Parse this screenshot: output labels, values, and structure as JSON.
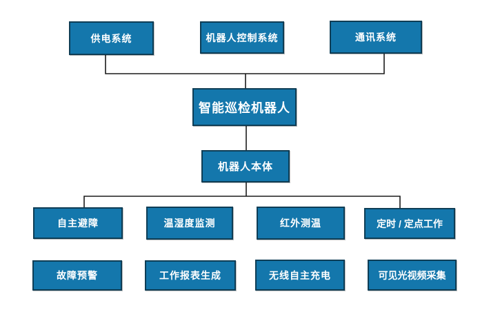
{
  "diagram": {
    "colors": {
      "box_fill": "#1477AC",
      "box_border": "#0E3D55",
      "line": "#1A1A1A",
      "text": "#FFFFFF"
    },
    "nodes": {
      "top_row": [
        {
          "label": "供电系统"
        },
        {
          "label": "机器人控制系统"
        },
        {
          "label": "通讯系统"
        }
      ],
      "center": {
        "label": "智能巡检机器人"
      },
      "body": {
        "label": "机器人本体"
      },
      "function_row": [
        {
          "label": "自主避障"
        },
        {
          "label": "温湿度监测"
        },
        {
          "label": "红外测温"
        },
        {
          "label": "定时 / 定点工作"
        }
      ],
      "bottom_row": [
        {
          "label": "故障预警"
        },
        {
          "label": "工作报表生成"
        },
        {
          "label": "无线自主充电"
        },
        {
          "label": "可见光视频采集"
        }
      ]
    }
  }
}
